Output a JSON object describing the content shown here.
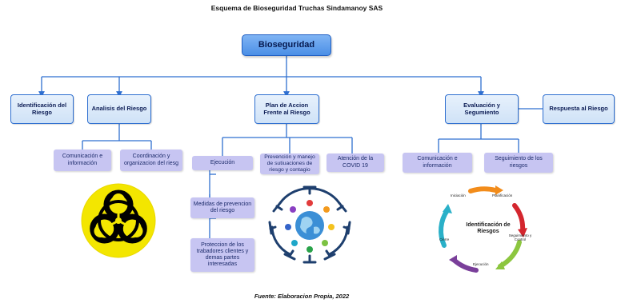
{
  "title": "Esquema de Bioseguridad  Truchas Sindamanoy SAS",
  "root": "Bioseguridad",
  "level1": {
    "identificacion": "Identificación del Riesgo",
    "analisis": "Analisis del Riesgo",
    "plan": "Plan de Accion Frente al Riesgo",
    "evaluacion": "Evaluación y Segumiento",
    "respuesta": "Respuesta al Riesgo"
  },
  "analisis_children": [
    "Comunicación e información",
    "Coordinación y organizacion del riesg"
  ],
  "plan_children": {
    "ejecucion": "Ejecución",
    "prevencion": "Prevención y manejo de sutiuaciones de riesgo y contagio",
    "atencion": "Atención de la COVID 19"
  },
  "ejecucion_children": [
    "Medidas de prevencion del riesgo",
    "Proteccion de los trabadores clientes y demas partes interesadas"
  ],
  "evaluacion_children": [
    "Comunicación e información",
    "Seguimiento de los riesgos"
  ],
  "cycle": {
    "center": "Identificación de Riesgos",
    "steps": [
      "Iniciación",
      "Planificación",
      "Seguimiento y Control",
      "Ejecución",
      "Cierre"
    ]
  },
  "caption": "Fuente: Elaboracion Propia, 2022",
  "colors": {
    "line": "#2f6fd0",
    "box_border": "#2f6fd0",
    "main_fill": "#5e9cec",
    "sub_fill": "#c7c5f2",
    "hazard_yellow": "#f3e600"
  }
}
